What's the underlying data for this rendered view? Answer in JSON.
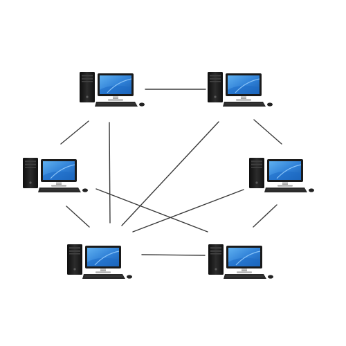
{
  "diagram": {
    "type": "mesh-network",
    "colors": {
      "link": "#3a3a3a",
      "tower_body": "#1c1c1c",
      "monitor_frame": "#1a1a1a",
      "screen_blue": "#2e7fd6",
      "stand_silver": "#b5b5b5",
      "keyboard": "#2a2a2a"
    },
    "nodes": [
      {
        "id": "pc-top-left",
        "icon": "desktop-computer-icon"
      },
      {
        "id": "pc-top-right",
        "icon": "desktop-computer-icon"
      },
      {
        "id": "pc-mid-left",
        "icon": "desktop-computer-icon"
      },
      {
        "id": "pc-mid-right",
        "icon": "desktop-computer-icon"
      },
      {
        "id": "pc-bottom-left",
        "icon": "desktop-computer-icon"
      },
      {
        "id": "pc-bottom-right",
        "icon": "desktop-computer-icon"
      }
    ],
    "links": [
      [
        "pc-top-left",
        "pc-top-right"
      ],
      [
        "pc-top-left",
        "pc-mid-left"
      ],
      [
        "pc-top-left",
        "pc-bottom-left"
      ],
      [
        "pc-top-right",
        "pc-mid-right"
      ],
      [
        "pc-top-right",
        "pc-bottom-left"
      ],
      [
        "pc-mid-left",
        "pc-bottom-left"
      ],
      [
        "pc-mid-left",
        "pc-bottom-right"
      ],
      [
        "pc-mid-right",
        "pc-bottom-left"
      ],
      [
        "pc-mid-right",
        "pc-bottom-right"
      ],
      [
        "pc-bottom-left",
        "pc-bottom-right"
      ]
    ]
  }
}
